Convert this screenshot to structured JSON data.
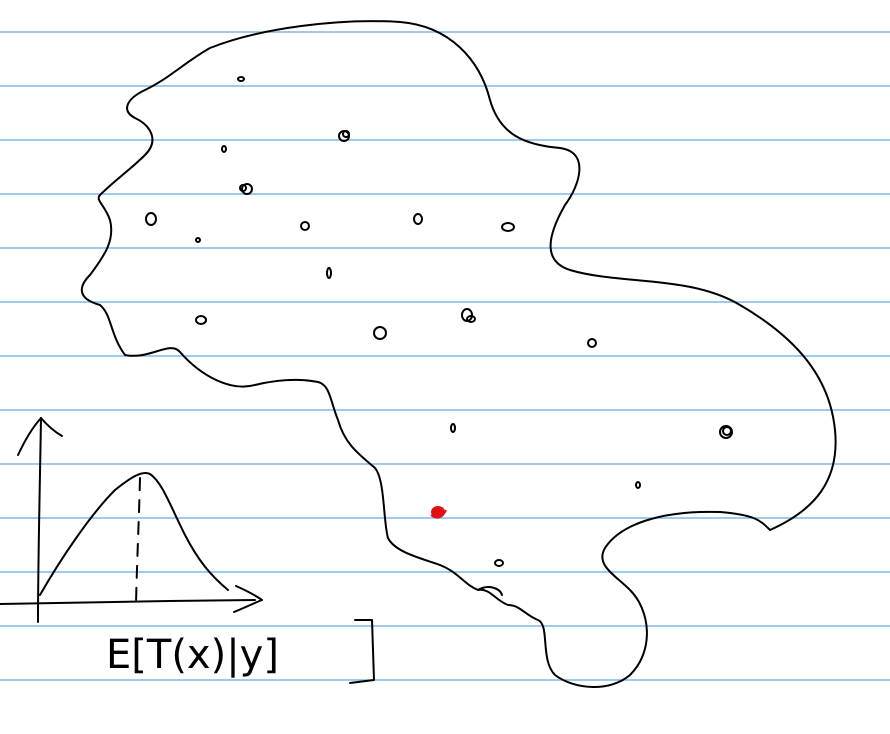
{
  "colors": {
    "paper": "#ffffff",
    "rule": "#7fb8e6",
    "ink": "#000000",
    "highlight": "#e01010"
  },
  "sketch": {
    "label": "E[T(x)|y]",
    "scattered_points": 22,
    "highlighted_points": 1
  }
}
